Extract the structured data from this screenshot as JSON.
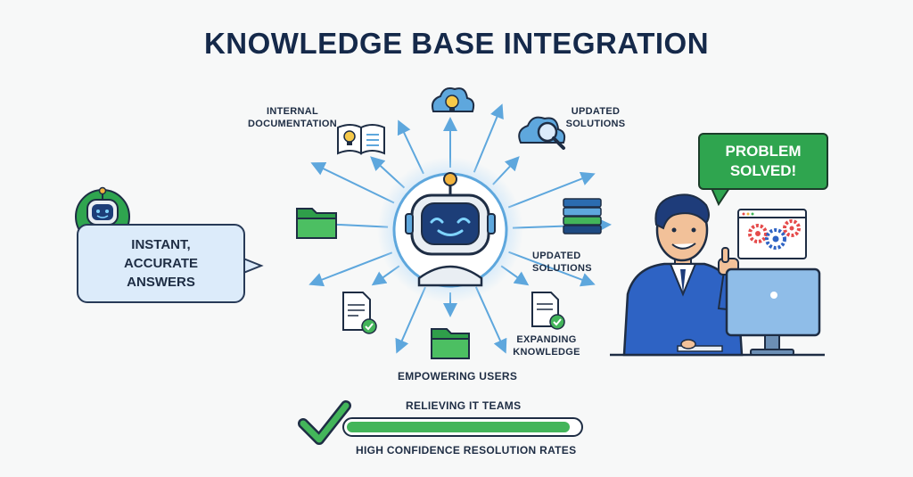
{
  "title": "KNOWLEDGE BASE INTEGRATION",
  "labels": {
    "internal_documentation": "INTERNAL DOCUMENTATION",
    "updated_solutions_top": "UPDATED SOLUTIONS",
    "updated_solutions_mid": "UPDATED SOLUTIONS",
    "expanding_knowledge": "EXPANDING KNOWLEDGE",
    "empowering_users": "EMPOWERING USERS",
    "relieving_it_teams": "RELIEVING IT TEAMS",
    "high_confidence": "HIGH CONFIDENCE RESOLUTION RATES"
  },
  "left_bubble": "INSTANT, ACCURATE ANSWERS",
  "right_bubble": "PROBLEM SOLVED!",
  "progress": {
    "value": 0.96
  },
  "icons": [
    "cloud-lightbulb-icon",
    "open-book-icon",
    "cloud-search-icon",
    "folder-icon",
    "stacked-books-icon",
    "document-check-icon",
    "central-robot-icon",
    "robot-avatar-icon",
    "person-at-computer-icon",
    "gear-window-icon",
    "checkmark-icon"
  ],
  "colors": {
    "navy": "#15294a",
    "accent_blue": "#5ea7dd",
    "green": "#43b55a",
    "bubble_blue": "#dcebfa",
    "bubble_green": "#2fa54f"
  }
}
